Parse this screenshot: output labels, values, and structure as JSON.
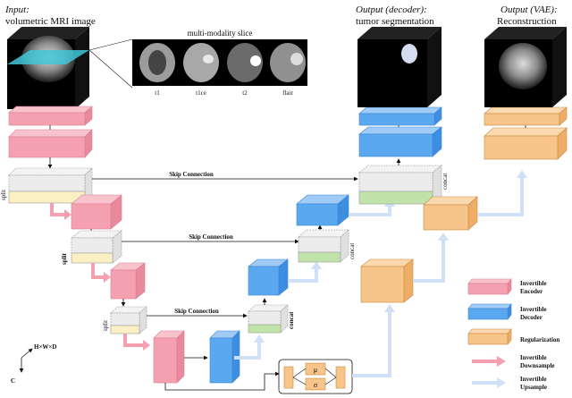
{
  "input": {
    "label_italic": "Input:",
    "label_main": "volumetric MRI image"
  },
  "slice": {
    "title": "multi-modality slice",
    "modalities": [
      "t1",
      "t1ce",
      "t2",
      "flair"
    ]
  },
  "output_decoder": {
    "label_italic": "Output (decoder):",
    "label_main": "tumor segmentation"
  },
  "output_vae": {
    "label_italic": "Output (VAE):",
    "label_main": "Reconstruction"
  },
  "connections": {
    "skip": "Skip Connection",
    "split": "split",
    "concat": "concat"
  },
  "latent": {
    "mu": "μ",
    "sigma": "σ"
  },
  "axes": {
    "hwd": "H×W×D",
    "c": "C"
  },
  "legend": {
    "items": [
      {
        "line1": "Invertible",
        "line2": "Encoder",
        "color": "#f4a0b0"
      },
      {
        "line1": "Invertible",
        "line2": "Decoder",
        "color": "#5aa8f0"
      },
      {
        "line1": "Regularization",
        "line2": "",
        "color": "#f7c48a"
      },
      {
        "line1": "Invertible",
        "line2": "Downsample",
        "color": "#f4a0b0"
      },
      {
        "line1": "Invertible",
        "line2": "Upsample",
        "color": "#cfe0f7"
      }
    ]
  },
  "colors": {
    "encoder": "#f4a0b0",
    "decoder": "#5aa8f0",
    "regularization": "#f7c48a",
    "split_top": "#ececec",
    "split_bottom": "#fbefc4",
    "concat_bottom": "#bfe3a8"
  }
}
